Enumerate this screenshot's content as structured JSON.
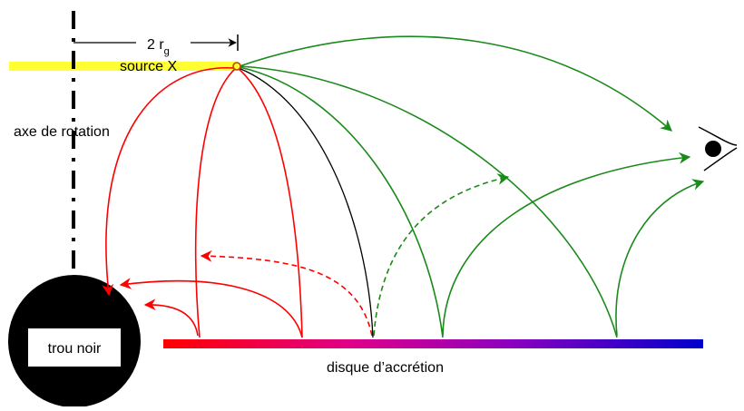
{
  "labels": {
    "distance_main": "2 r",
    "distance_sub": "g",
    "source": "source X",
    "axis": "axe de rotation",
    "black_hole": "trou noir",
    "disk": "disque d’accrétion"
  },
  "colors": {
    "source_band": "#ffff33",
    "bend_to_hole": "#ff0000",
    "direct": "#000000",
    "to_observer": "#1a8a1a",
    "disk_start": "#ff0000",
    "disk_mid": "#8a00c0",
    "disk_end": "#0000cc",
    "black_hole": "#000000"
  },
  "icons": {
    "observer": "eye-icon"
  }
}
